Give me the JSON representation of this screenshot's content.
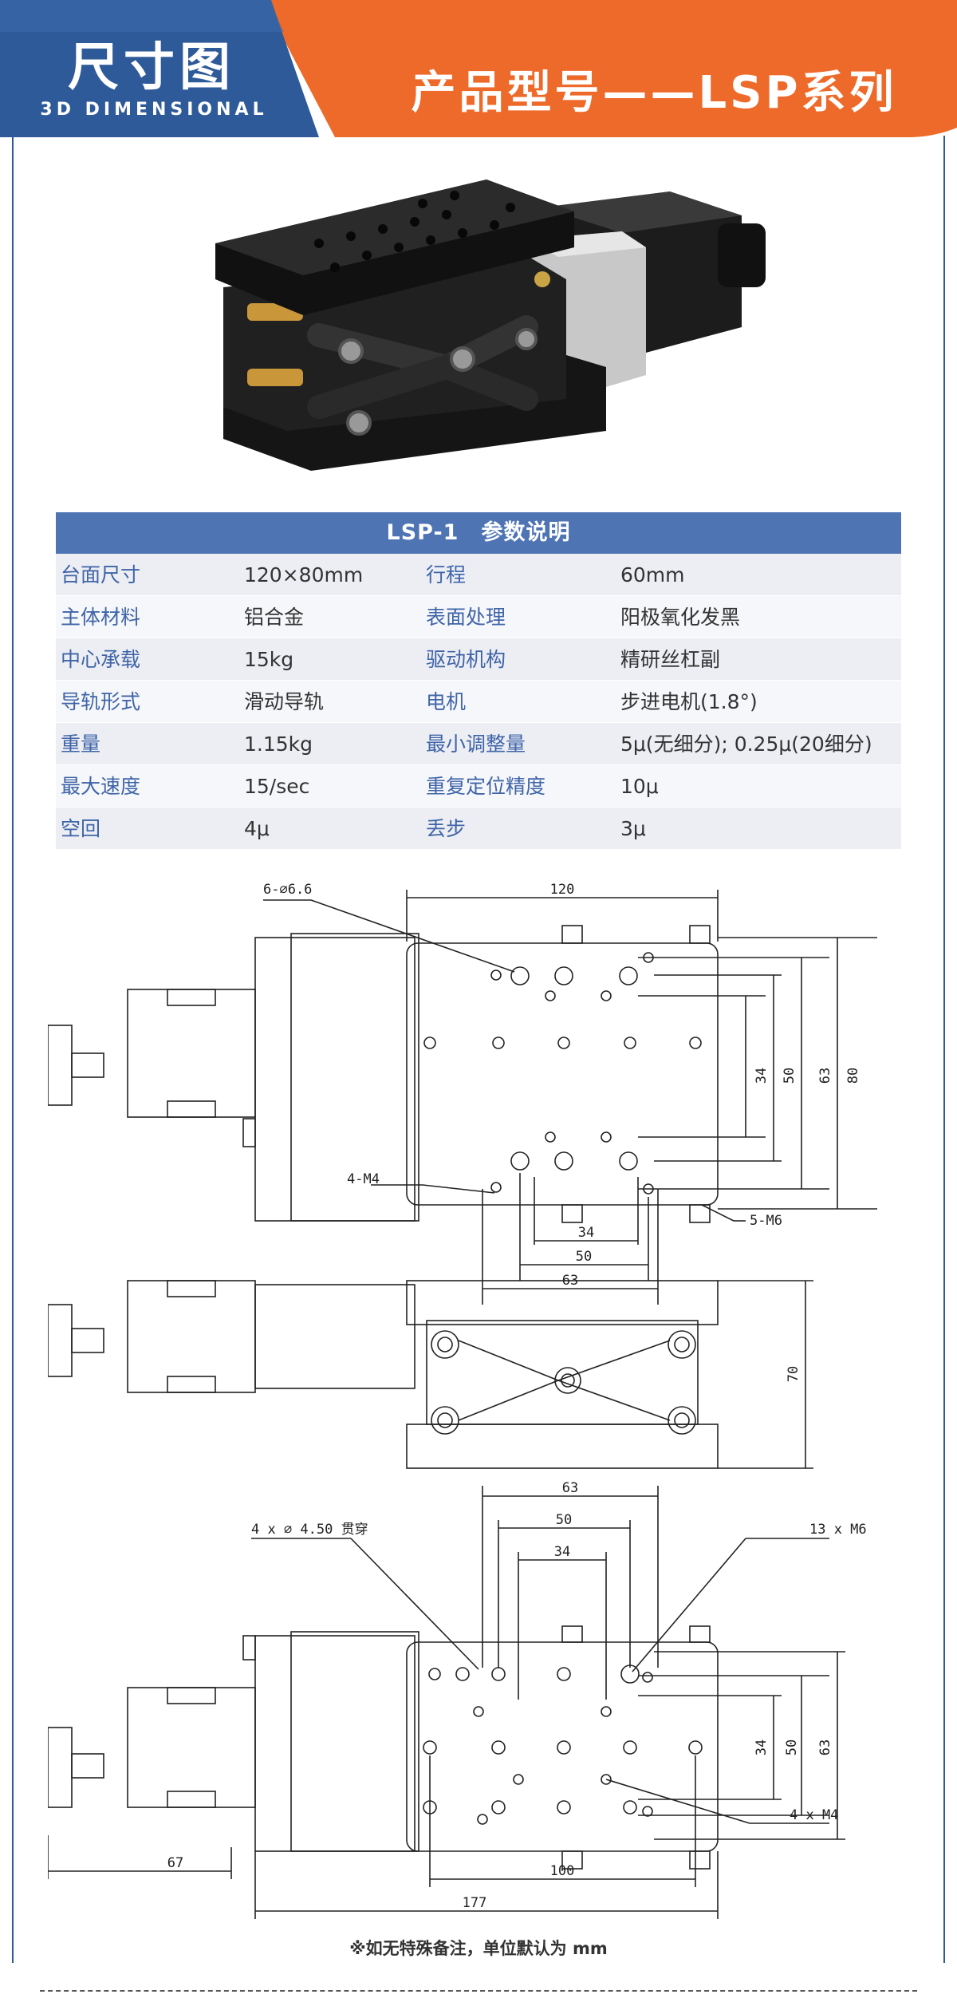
{
  "header": {
    "title": "尺寸图",
    "subtitle": "3D DIMENSIONAL",
    "model": "产品型号——LSP系列",
    "colors": {
      "blue": "#2e5a99",
      "orange": "#ee6a2a"
    }
  },
  "spec_table": {
    "title": "LSP-1　参数说明",
    "rows": [
      [
        "台面尺寸",
        "120×80mm",
        "行程",
        "60mm"
      ],
      [
        "主体材料",
        "铝合金",
        "表面处理",
        "阳极氧化发黑"
      ],
      [
        "中心承载",
        "15kg",
        "驱动机构",
        "精研丝杠副"
      ],
      [
        "导轨形式",
        "滑动导轨",
        "电机",
        "步进电机(1.8°)"
      ],
      [
        "重量",
        "1.15kg",
        "最小调整量",
        "5μ(无细分); 0.25μ(20细分)"
      ],
      [
        "最大速度",
        "15/sec",
        "重复定位精度",
        "10μ"
      ],
      [
        "空回",
        "4μ",
        "丢步",
        "3μ"
      ]
    ]
  },
  "drawing_top": {
    "dim_width": "120",
    "hole_label": "6-∅6.6",
    "m4_label": "4-M4",
    "m6_label": "5-M6",
    "h_dims": [
      "34",
      "50",
      "63"
    ],
    "v_dims": [
      "34",
      "50",
      "63",
      "80"
    ]
  },
  "drawing_side": {
    "height": "70"
  },
  "drawing_bottom": {
    "top_dims": [
      "63",
      "50",
      "34"
    ],
    "through_label": "4 x ∅ 4.50 贯穿",
    "m6_label": "13 x M6",
    "m4_label": "4 x M4",
    "v_dims": [
      "34",
      "50",
      "63"
    ],
    "dim_67": "67",
    "dim_100": "100",
    "dim_177": "177"
  },
  "footnote": "※如无特殊备注，单位默认为 mm"
}
